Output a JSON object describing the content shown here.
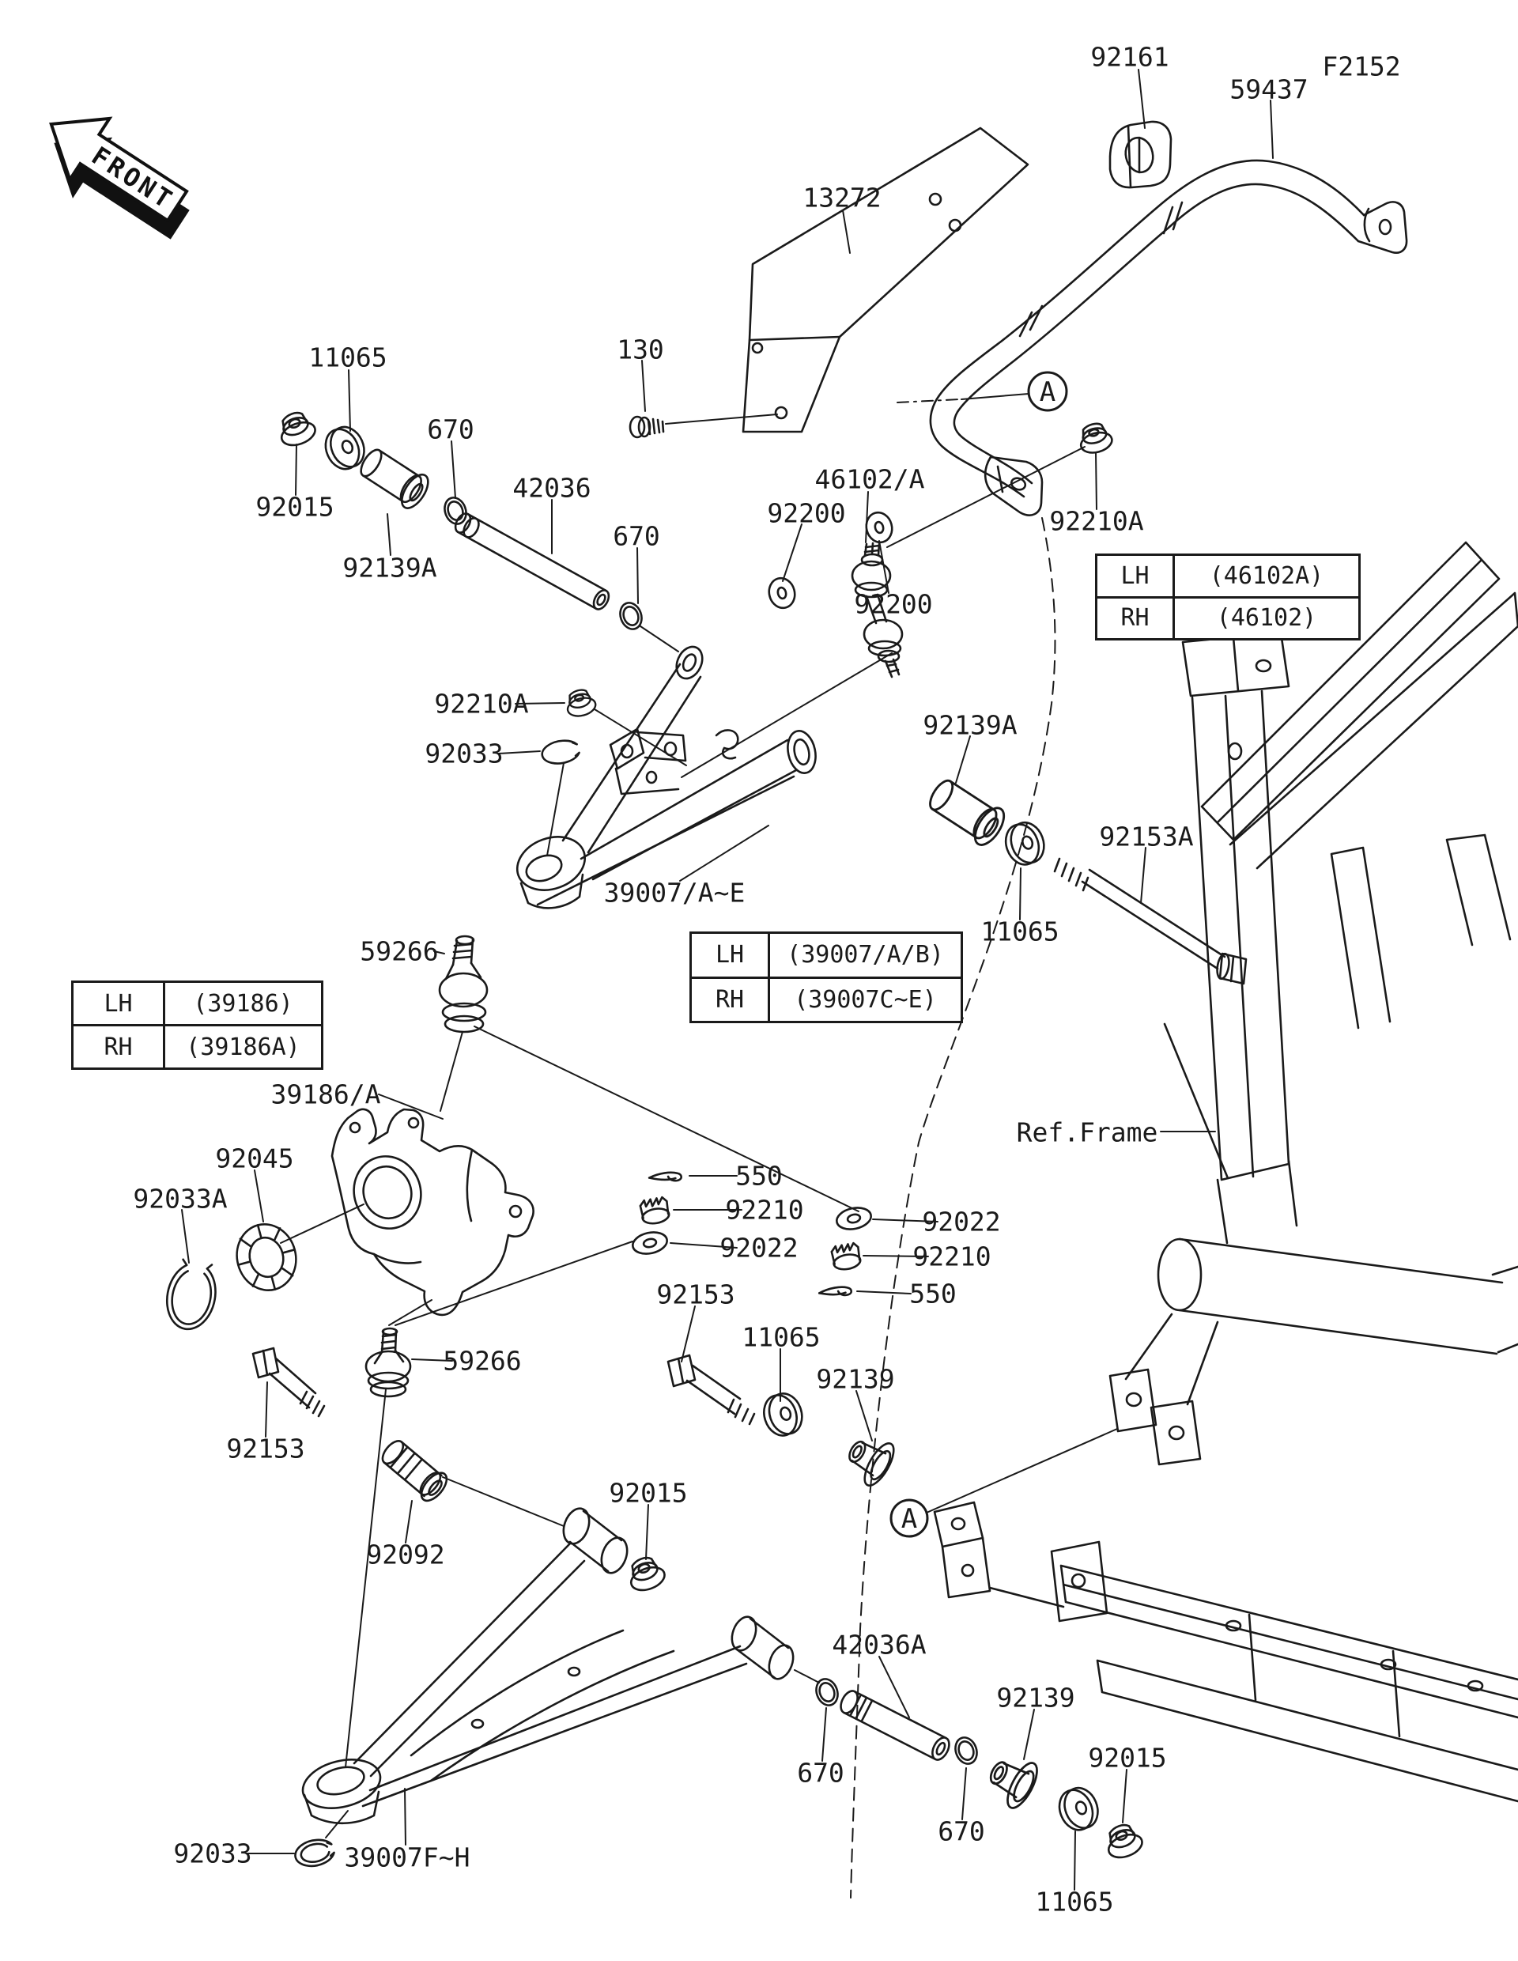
{
  "figure_code": "F2152",
  "front_marker": "FRONT",
  "detail_marker": "A",
  "tables": [
    {
      "name": "stabilizer-link-variants",
      "rows": [
        {
          "side": "LH",
          "part": "(46102A)"
        },
        {
          "side": "RH",
          "part": "(46102)"
        }
      ]
    },
    {
      "name": "upper-arm-variants",
      "rows": [
        {
          "side": "LH",
          "part": "(39007/A/B)"
        },
        {
          "side": "RH",
          "part": "(39007C~E)"
        }
      ]
    },
    {
      "name": "knuckle-variants",
      "rows": [
        {
          "side": "LH",
          "part": "(39186)"
        },
        {
          "side": "RH",
          "part": "(39186A)"
        }
      ]
    }
  ],
  "part_labels": [
    {
      "id": "f2152",
      "text": "F2152"
    },
    {
      "id": "92161",
      "text": "92161"
    },
    {
      "id": "59437",
      "text": "59437"
    },
    {
      "id": "13272",
      "text": "13272"
    },
    {
      "id": "130",
      "text": "130"
    },
    {
      "id": "11065-a",
      "text": "11065"
    },
    {
      "id": "670-a",
      "text": "670"
    },
    {
      "id": "92015-a",
      "text": "92015"
    },
    {
      "id": "42036",
      "text": "42036"
    },
    {
      "id": "92139A-a",
      "text": "92139A"
    },
    {
      "id": "670-b",
      "text": "670"
    },
    {
      "id": "46102-a",
      "text": "46102/A"
    },
    {
      "id": "92200-a",
      "text": "92200"
    },
    {
      "id": "92210A-a",
      "text": "92210A"
    },
    {
      "id": "92200-b",
      "text": "92200"
    },
    {
      "id": "92210A-b",
      "text": "92210A"
    },
    {
      "id": "92033-a",
      "text": "92033"
    },
    {
      "id": "92139A-b",
      "text": "92139A"
    },
    {
      "id": "92153A",
      "text": "92153A"
    },
    {
      "id": "11065-b",
      "text": "11065"
    },
    {
      "id": "39007AE",
      "text": "39007/A~E"
    },
    {
      "id": "59266-a",
      "text": "59266"
    },
    {
      "id": "39186A",
      "text": "39186/A"
    },
    {
      "id": "refframe",
      "text": "Ref.Frame"
    },
    {
      "id": "92045",
      "text": "92045"
    },
    {
      "id": "92033A",
      "text": "92033A"
    },
    {
      "id": "550-a",
      "text": "550"
    },
    {
      "id": "92210-a",
      "text": "92210"
    },
    {
      "id": "92022-a",
      "text": "92022"
    },
    {
      "id": "92022-b",
      "text": "92022"
    },
    {
      "id": "92210-b",
      "text": "92210"
    },
    {
      "id": "550-b",
      "text": "550"
    },
    {
      "id": "92153-a",
      "text": "92153"
    },
    {
      "id": "11065-c",
      "text": "11065"
    },
    {
      "id": "92139-a",
      "text": "92139"
    },
    {
      "id": "59266-b",
      "text": "59266"
    },
    {
      "id": "92153-b",
      "text": "92153"
    },
    {
      "id": "92092",
      "text": "92092"
    },
    {
      "id": "92015-b",
      "text": "92015"
    },
    {
      "id": "42036A",
      "text": "42036A"
    },
    {
      "id": "670-c",
      "text": "670"
    },
    {
      "id": "670-d",
      "text": "670"
    },
    {
      "id": "92139-b",
      "text": "92139"
    },
    {
      "id": "92015-c",
      "text": "92015"
    },
    {
      "id": "11065-d",
      "text": "11065"
    },
    {
      "id": "92033-b",
      "text": "92033"
    },
    {
      "id": "39007FH",
      "text": "39007F~H"
    }
  ]
}
